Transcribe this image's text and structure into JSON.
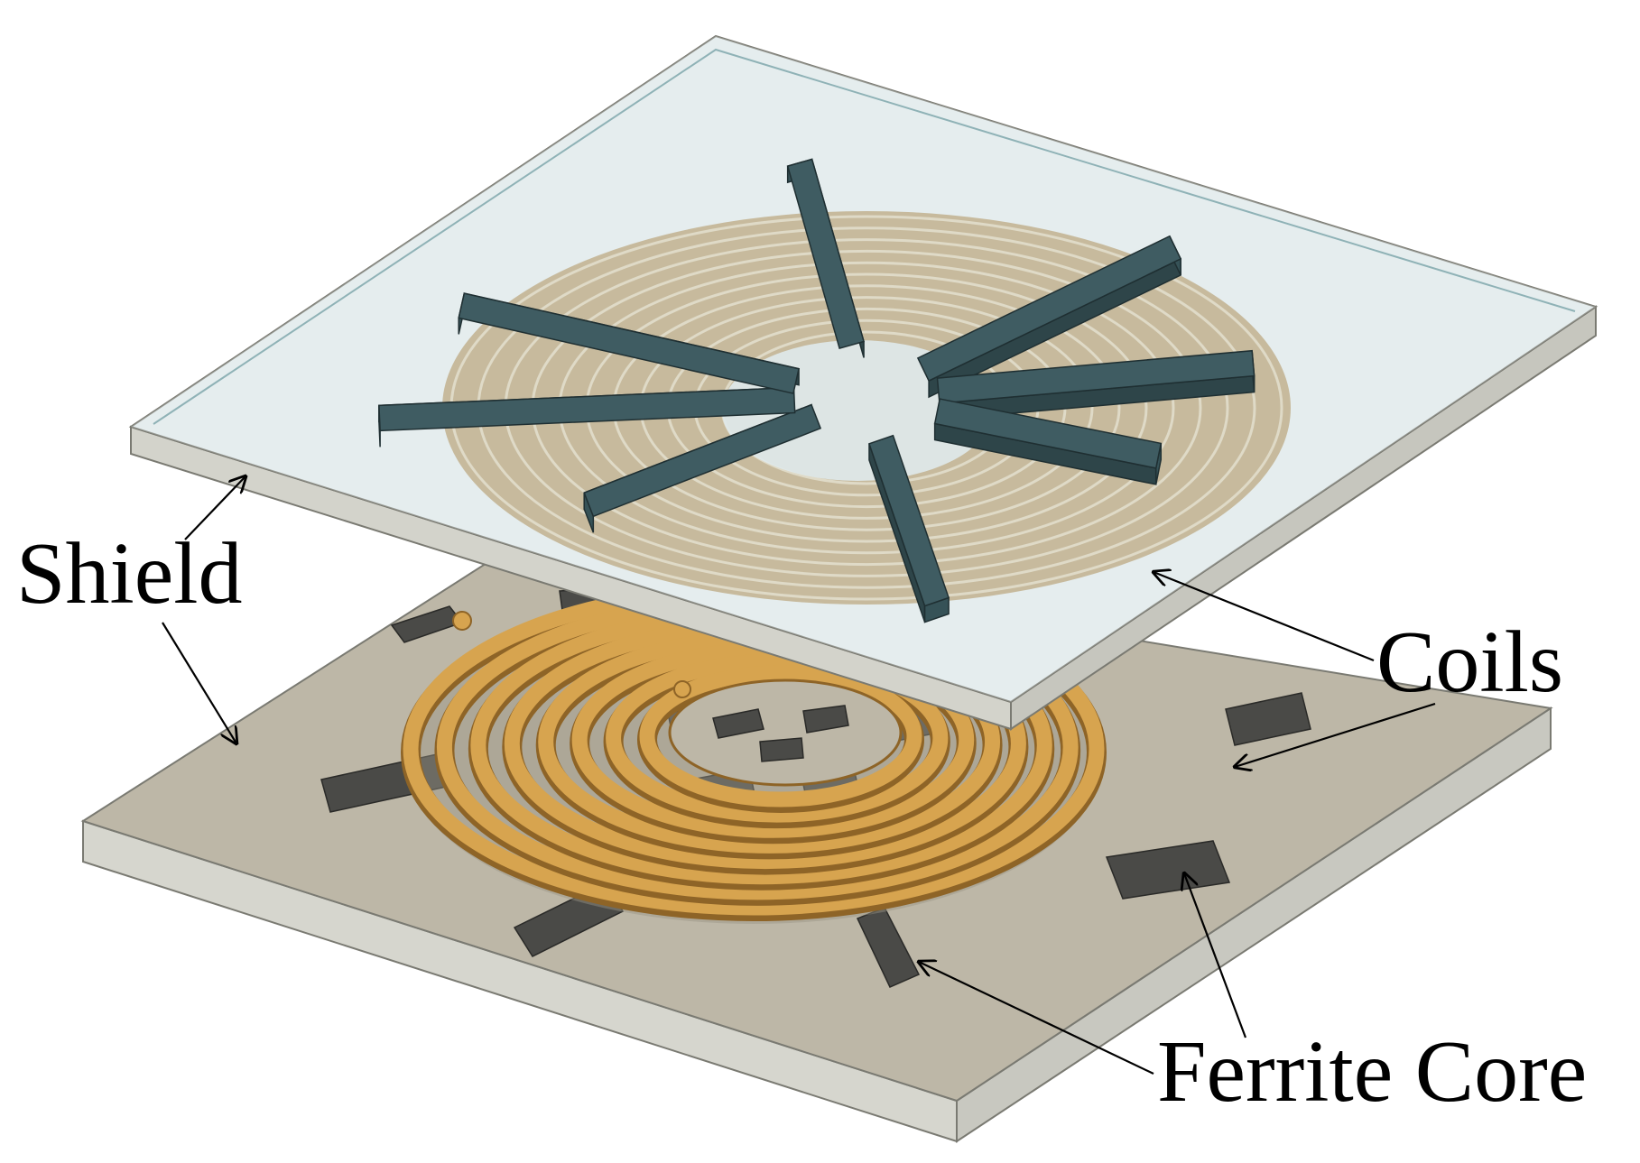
{
  "labels": {
    "shield": "Shield",
    "coils": "Coils",
    "ferrite_core": "Ferrite Core"
  },
  "colors": {
    "shield_bottom_top": "#bdb7a7",
    "shield_bottom_edge": "#d6d6ce",
    "shield_top_glass": "#e3ecee",
    "shield_top_edge": "#d3d3cb",
    "coil_copper": "#d7a44f",
    "coil_copper_dark": "#8e6427",
    "ferrite_top": "#3f5c62",
    "ferrite_side": "#2e4549",
    "ferrite_bottom": "#4a4a47",
    "leader_line": "#000000"
  }
}
